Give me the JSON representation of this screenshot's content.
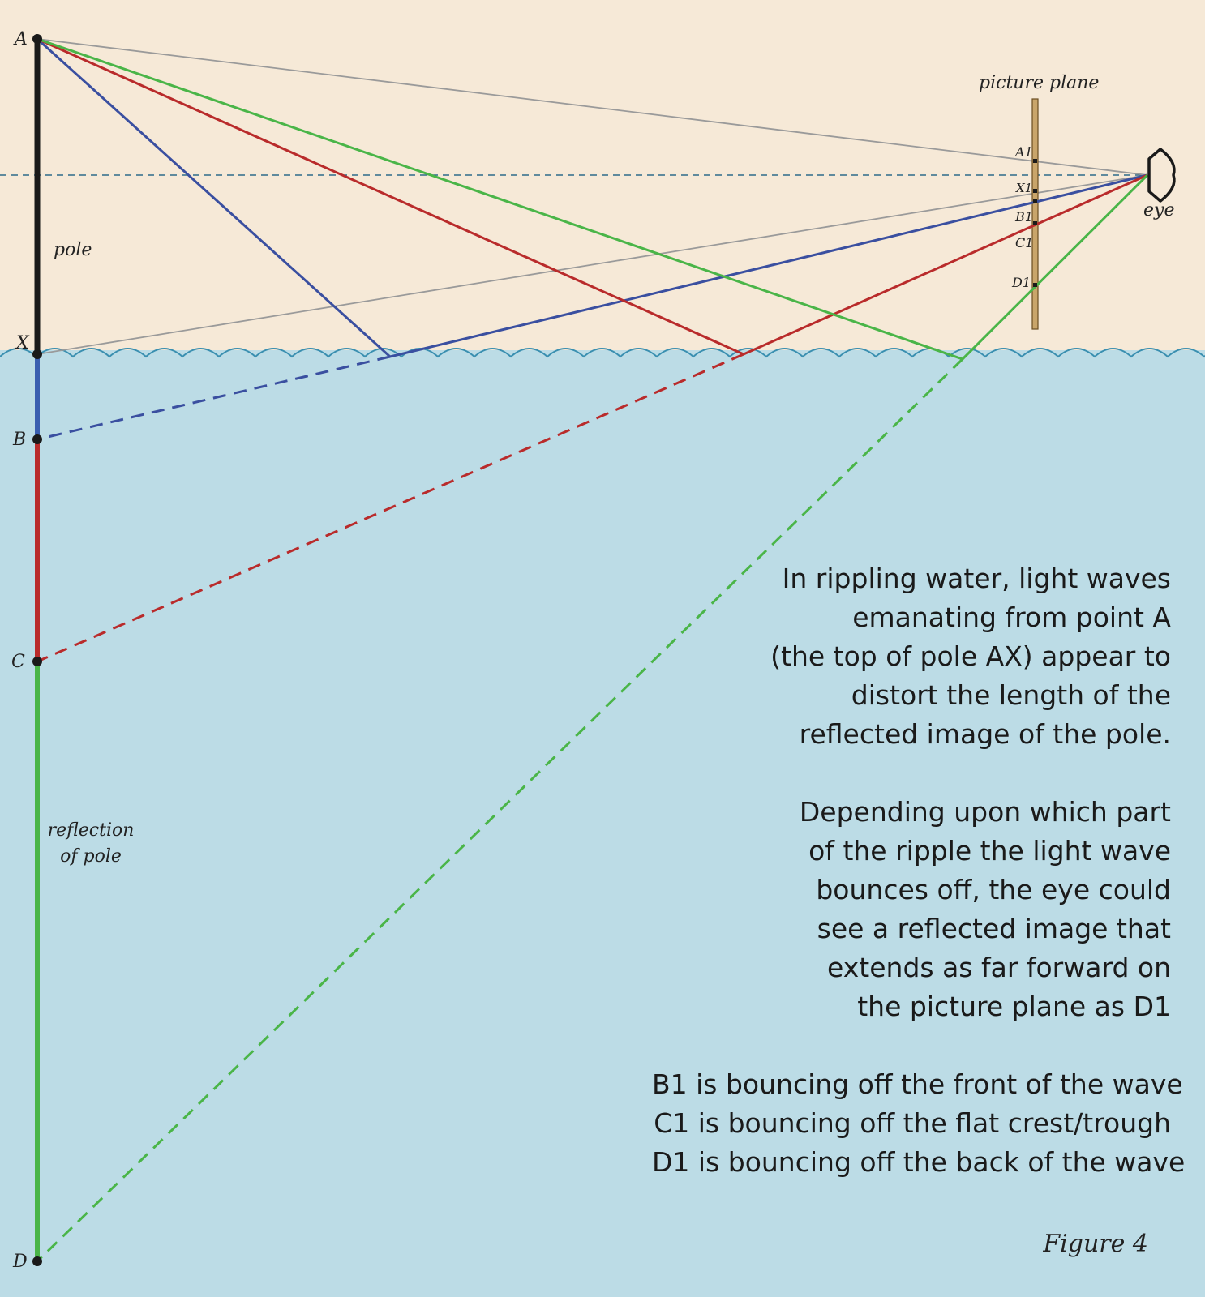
{
  "labels": {
    "pole": "pole",
    "reflection_line1": "reflection",
    "reflection_line2": "of pole",
    "picture_plane": "picture plane",
    "eye": "eye",
    "A": "A",
    "X": "X",
    "B": "B",
    "C": "C",
    "D": "D",
    "A1": "A1",
    "X1": "X1",
    "B1": "B1",
    "C1": "C1",
    "D1": "D1"
  },
  "caption": {
    "p1": [
      "In rippling water, light waves",
      "emanating from point A",
      "(the top of pole AX) appear to",
      "distort the length of the",
      "reflected image of the pole."
    ],
    "p2": [
      "Depending upon which part",
      "of the ripple the light wave",
      "bounces off, the eye could",
      "see a reflected image that",
      "extends as far forward on",
      "the picture plane as D1"
    ],
    "p3": [
      "B1 is bouncing off the front of the wave",
      "C1 is bouncing off the flat crest/trough",
      "D1 is bouncing off the back of the wave"
    ]
  },
  "figure_label": "Figure 4",
  "colors": {
    "sky": "#f6e9d7",
    "water": "#bcdce6",
    "wave": "#3a8fb0",
    "pole": "#1a1a1a",
    "blue_ray": "#3a4fa0",
    "red_ray": "#b92b2b",
    "green_ray": "#4ab548",
    "grey_ray": "#9a9a9a",
    "horizon_dash": "#2d6a8a",
    "plane": "#c9a56a"
  }
}
